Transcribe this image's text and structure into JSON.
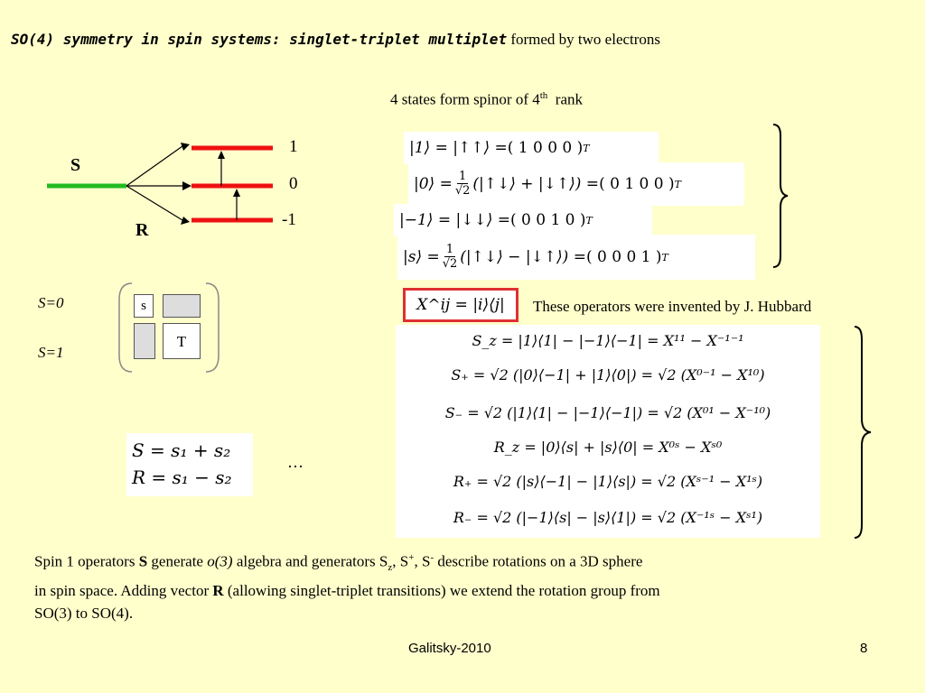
{
  "title": {
    "bold": "SO(4) symmetry in spin systems: singlet-triplet multiplet",
    "rest": "formed by two electrons"
  },
  "spinor_note": {
    "text": "4 states form spinor of 4",
    "sup": "th",
    "tail": "rank"
  },
  "levels": {
    "S": "S",
    "R": "R",
    "l1": "1",
    "l0": "0",
    "lm1": "-1",
    "colors": {
      "green": "#22bb22",
      "red": "#ee1111"
    }
  },
  "matrix": {
    "s_label": "S=0",
    "t_label": "S=1",
    "s_cell": "s",
    "t_cell": "T"
  },
  "states": [
    {
      "lhs": "|1⟩ = |↑↑⟩ = ",
      "vec": "( 1  0  0  0 )",
      "sup": "T"
    },
    {
      "lhs": "|0⟩ = ",
      "frac": [
        "1",
        "√2"
      ],
      "mid": "(|↑↓⟩ + |↓↑⟩) = ",
      "vec": "( 0  1  0  0 )",
      "sup": "T"
    },
    {
      "lhs": "|−1⟩ = |↓↓⟩ = ",
      "vec": "( 0  0  1  0 )",
      "sup": "T"
    },
    {
      "lhs": "|s⟩ = ",
      "frac": [
        "1",
        "√2"
      ],
      "mid": "(|↑↓⟩ − |↓↑⟩) = ",
      "vec": "( 0  0  0  1 )",
      "sup": "T"
    }
  ],
  "hubbard": {
    "formula": "X^ij = |i⟩⟨j|",
    "note": "These operators were invented by J. Hubbard"
  },
  "operators": [
    "S_z = |1⟩⟨1| − |−1⟩⟨−1| = X¹¹ − X⁻¹⁻¹",
    "S₊ = √2 (|0⟩⟨−1| + |1⟩⟨0|) = √2 (X⁰⁻¹ − X¹⁰)",
    "S₋ = √2 (|1⟩⟨1| − |−1⟩⟨−1|) = √2 (X⁰¹ − X⁻¹⁰)",
    "R_z = |0⟩⟨s| + |s⟩⟨0| = X⁰ˢ − Xˢ⁰",
    "R₊ = √2 (|s⟩⟨−1| − |1⟩⟨s|) = √2 (Xˢ⁻¹ − X¹ˢ)",
    "R₋ = √2 (|−1⟩⟨s| − |s⟩⟨1|) = √2 (X⁻¹ˢ − Xˢ¹)"
  ],
  "vectors": {
    "line1": "S = s₁ + s₂",
    "line2": "R = s₁ − s₂",
    "ellipsis": "…"
  },
  "bottom": {
    "p1a": "Spin 1 operators ",
    "p1b": "S",
    "p1c": " generate ",
    "p1d": "o(3)",
    "p1e": " algebra and generators S",
    "p1f": "z",
    "p1g": ", S",
    "p1h": "+",
    "p1i": ", S",
    "p1j": "-",
    "p1k": " describe rotations on a 3D sphere",
    "p2a": "in spin space. Adding vector ",
    "p2b": "R",
    "p2c": " (allowing singlet-triplet transitions) we extend the rotation group from",
    "p3": "SO(3) to SO(4)."
  },
  "footer": {
    "author": "Galitsky-2010",
    "page": "8"
  }
}
